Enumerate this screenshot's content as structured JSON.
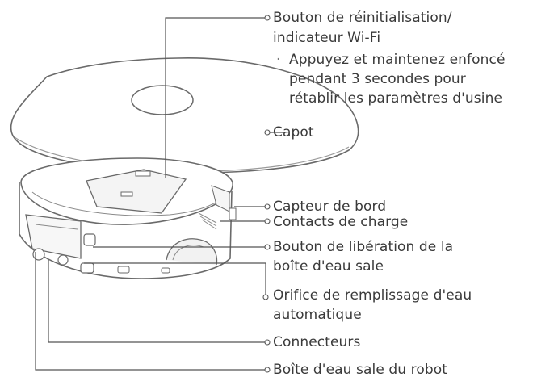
{
  "labels": {
    "reset_line1": "Bouton de réinitialisation/",
    "reset_line2": "indicateur Wi-Fi",
    "reset_note_line1": "Appuyez et maintenez enfoncé",
    "reset_note_line2": "pendant 3 secondes pour",
    "reset_note_line3": "rétablir les paramètres d'usine",
    "capot": "Capot",
    "capteur": "Capteur de bord",
    "contacts": "Contacts de charge",
    "liberation_line1": "Bouton de libération de la",
    "liberation_line2": "boîte d'eau sale",
    "orifice_line1": "Orifice de remplissage d'eau",
    "orifice_line2": "automatique",
    "connecteurs": "Connecteurs",
    "boite": "Boîte d'eau sale du robot"
  },
  "colors": {
    "line": "#555555",
    "text": "#3a3a3a",
    "device_fill": "#ffffff",
    "device_shade": "#f1f1f1"
  }
}
